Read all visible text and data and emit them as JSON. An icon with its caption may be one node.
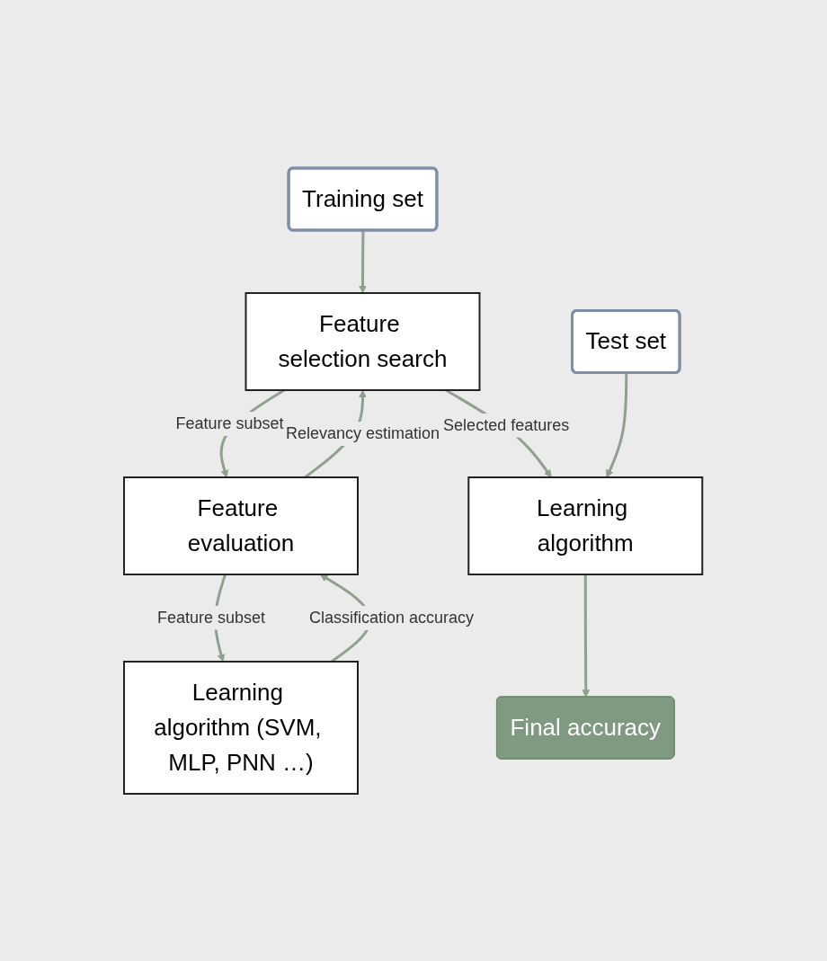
{
  "diagram": {
    "nodes": [
      {
        "text": [
          "Training set"
        ]
      },
      {
        "text": [
          "Feature selection search"
        ]
      },
      {
        "text": [
          "Feature evaluation"
        ]
      },
      {
        "text": [
          "Learning algorithm (SVM, MLP, PNN …)"
        ]
      },
      {
        "text": [
          "Test set"
        ]
      },
      {
        "text": [
          "Learning algorithm"
        ]
      },
      {
        "text": [
          "Final accuracy"
        ]
      }
    ],
    "edges": [
      {
        "from": 0,
        "to": 1,
        "arrow": "to"
      },
      {
        "from": 1,
        "to": 2,
        "arrow": "to",
        "label": "Feature subset"
      },
      {
        "from": 2,
        "to": 1,
        "arrow": "to",
        "label": "Relevancy estimation"
      },
      {
        "from": 2,
        "to": 3,
        "arrow": "to",
        "label": "Feature subset"
      },
      {
        "from": 3,
        "to": 2,
        "arrow": "to",
        "label": "Classification accuracy"
      },
      {
        "from": 1,
        "to": 5,
        "arrow": "to",
        "label": "Selected features"
      },
      {
        "from": 4,
        "to": 5,
        "arrow": "to"
      },
      {
        "from": 5,
        "to": 6,
        "arrow": "to"
      }
    ]
  }
}
